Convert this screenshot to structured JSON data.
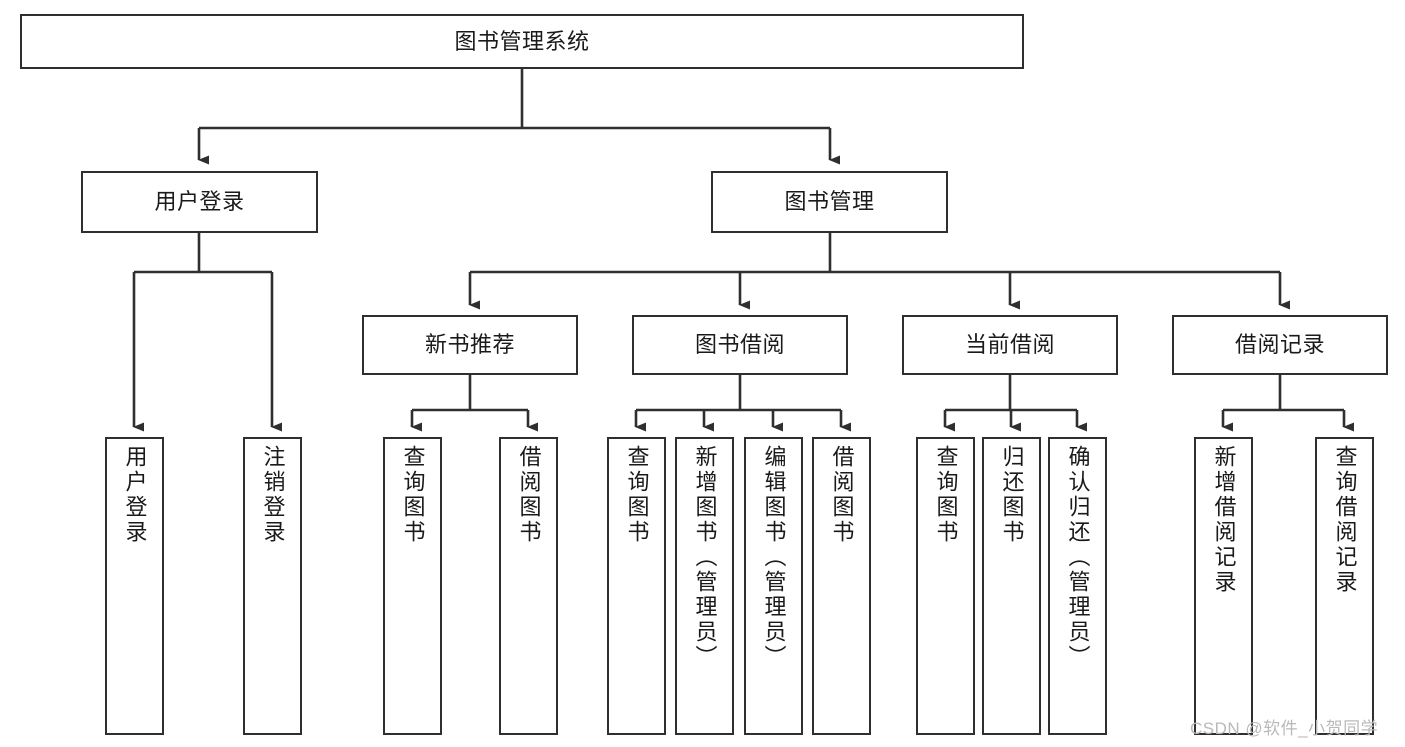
{
  "diagram": {
    "title": "图书管理系统",
    "type": "tree-hierarchy-chart",
    "colors": {
      "box_border": "#2f2f2f",
      "box_fill": "#ffffff",
      "edge": "#2f2f2f",
      "background": "#ffffff",
      "watermark": "#b9b9b9"
    },
    "nodes": {
      "root": {
        "label": "图书管理系统"
      },
      "level1": [
        {
          "label": "用户登录"
        },
        {
          "label": "图书管理"
        }
      ],
      "level2": [
        {
          "label": "新书推荐"
        },
        {
          "label": "图书借阅"
        },
        {
          "label": "当前借阅"
        },
        {
          "label": "借阅记录"
        }
      ],
      "leaves": {
        "user_login": [
          {
            "label": "用户登录"
          },
          {
            "label": "注销登录"
          }
        ],
        "new_book_recommend": [
          {
            "label": "查询图书"
          },
          {
            "label": "借阅图书"
          }
        ],
        "book_borrow": [
          {
            "label": "查询图书"
          },
          {
            "label": "新增图书（管理员）"
          },
          {
            "label": "编辑图书（管理员）"
          },
          {
            "label": "借阅图书"
          }
        ],
        "current_borrow": [
          {
            "label": "查询图书"
          },
          {
            "label": "归还图书"
          },
          {
            "label": "确认归还（管理员）"
          }
        ],
        "borrow_record": [
          {
            "label": "新增借阅记录"
          },
          {
            "label": "查询借阅记录"
          }
        ]
      }
    },
    "watermark": "CSDN @软件_小贺同学"
  }
}
